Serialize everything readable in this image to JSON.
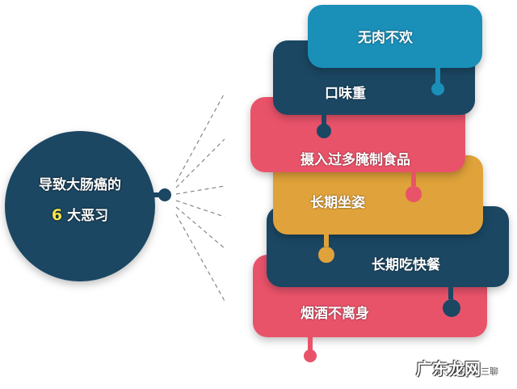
{
  "center": {
    "line1": "导致大肠癌的",
    "number": "6",
    "line2": "大恶习",
    "color": "#1b4763"
  },
  "bubbles": [
    {
      "label": "无肉不欢",
      "color": "#1a8fb8"
    },
    {
      "label": "口味重",
      "color": "#1b4763"
    },
    {
      "label": "摄入过多腌制食品",
      "color": "#e9536a"
    },
    {
      "label": "长期坐姿",
      "color": "#e0a23a"
    },
    {
      "label": "长期吃快餐",
      "color": "#1b4763"
    },
    {
      "label": "烟酒不离身",
      "color": "#e9536a"
    }
  ],
  "watermark": {
    "main": "广东龙网",
    "small": "三聊"
  }
}
